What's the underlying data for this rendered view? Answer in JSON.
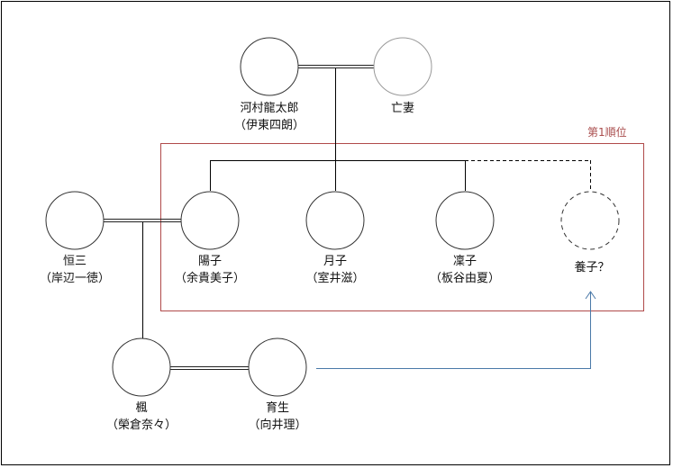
{
  "diagram": {
    "type": "family-tree",
    "highlight_box": {
      "label": "第1順位",
      "color": "#b04a4a"
    },
    "arrow_color": "#4a79a8",
    "people": [
      {
        "id": "kawamura",
        "name": "河村龍太郎",
        "actor": "（伊東四朗）",
        "style": "solid"
      },
      {
        "id": "wife",
        "name": "亡妻",
        "actor": "",
        "style": "faded"
      },
      {
        "id": "kozo",
        "name": "恒三",
        "actor": "（岸辺一徳）",
        "style": "solid"
      },
      {
        "id": "yoko",
        "name": "陽子",
        "actor": "（余貴美子）",
        "style": "solid"
      },
      {
        "id": "tsukiko",
        "name": "月子",
        "actor": "（室井滋）",
        "style": "solid"
      },
      {
        "id": "rinko",
        "name": "凜子",
        "actor": "（板谷由夏）",
        "style": "solid"
      },
      {
        "id": "adopted",
        "name": "養子？",
        "actor": "",
        "style": "dashed"
      },
      {
        "id": "kaede",
        "name": "楓",
        "actor": "（榮倉奈々）",
        "style": "solid"
      },
      {
        "id": "ikuo",
        "name": "育生",
        "actor": "（向井理）",
        "style": "solid"
      }
    ],
    "relations": [
      {
        "type": "marriage",
        "a": "kawamura",
        "b": "wife"
      },
      {
        "type": "children",
        "parents": "kawamura+wife",
        "children": [
          "yoko",
          "tsukiko",
          "rinko"
        ]
      },
      {
        "type": "possible-child",
        "parents": "kawamura+wife",
        "child": "adopted"
      },
      {
        "type": "marriage",
        "a": "kozo",
        "b": "yoko"
      },
      {
        "type": "children",
        "parents": "kozo+yoko",
        "children": [
          "kaede"
        ]
      },
      {
        "type": "marriage",
        "a": "kaede",
        "b": "ikuo"
      },
      {
        "type": "arrow",
        "from": "ikuo",
        "to": "adopted"
      }
    ]
  }
}
